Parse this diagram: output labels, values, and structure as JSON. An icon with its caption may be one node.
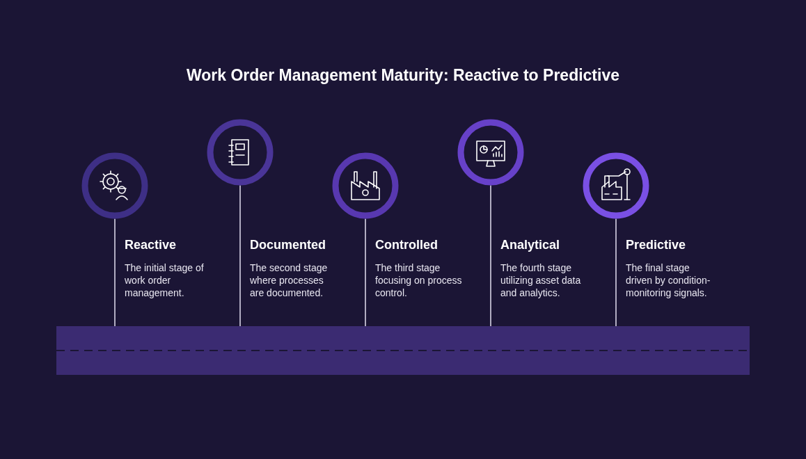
{
  "diagram": {
    "title": "Work Order Management Maturity: Reactive to Predictive",
    "nodes": [
      {
        "text": [],
        "shape": "circle"
      },
      {
        "text": [],
        "shape": "circle"
      },
      {
        "text": [],
        "shape": "circle"
      },
      {
        "text": [],
        "shape": "circle"
      },
      {
        "text": [],
        "shape": "circle"
      },
      {
        "text": [],
        "shape": "bar"
      }
    ],
    "edges": [
      {
        "from": 0,
        "to": 5,
        "arrow": "none"
      },
      {
        "from": 1,
        "to": 5,
        "arrow": "none"
      },
      {
        "from": 2,
        "to": 5,
        "arrow": "none"
      },
      {
        "from": 3,
        "to": 5,
        "arrow": "none"
      },
      {
        "from": 4,
        "to": 5,
        "arrow": "none"
      }
    ],
    "labels": [
      "Reactive",
      "The initial stage of work order management.",
      "Documented",
      "The second stage where processes are documented.",
      "Controlled",
      "The third stage focusing on process control.",
      "Analytical",
      "The fourth stage utilizing asset data and analytics.",
      "Predictive",
      "The final stage driven by condition-monitoring signals."
    ]
  }
}
